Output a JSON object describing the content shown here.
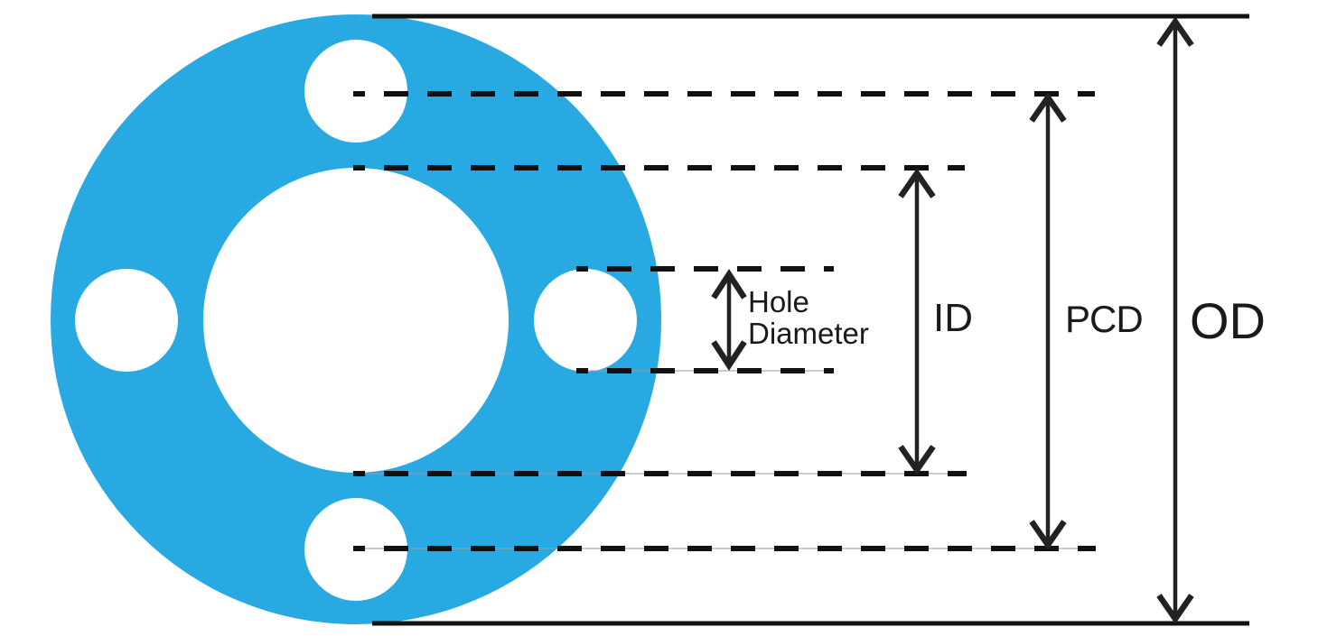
{
  "diagram": {
    "name": "flange-gasket-dimension-diagram",
    "labels": {
      "hole_diameter_line1": "Hole",
      "hole_diameter_line2": "Diameter",
      "id": "ID",
      "pcd": "PCD",
      "od": "OD"
    },
    "colors": {
      "flange_blue": "#29A9E1",
      "hole_white": "#ffffff",
      "line_black": "#111111"
    }
  }
}
